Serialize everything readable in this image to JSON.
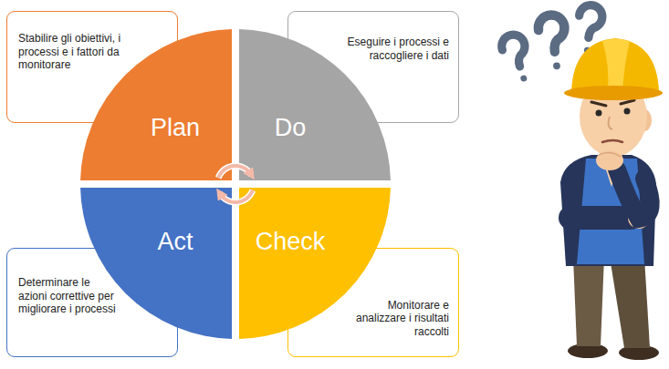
{
  "diagram": {
    "nodes": [
      {
        "text": [
          "Stabilire gli obiettivi, i processi e i fattori da monitorare"
        ]
      },
      {
        "text": [
          "Eseguire i processi e raccogliere i dati"
        ]
      },
      {
        "text": [
          "Plan"
        ]
      },
      {
        "text": [
          "Do"
        ]
      },
      {
        "text": [
          "Act"
        ]
      },
      {
        "text": [
          "Check"
        ]
      },
      {
        "text": [
          "Determinare le azioni correttive per migliorare i processi"
        ]
      },
      {
        "text": [
          "Monitorare e analizzare i risultati raccolti"
        ]
      }
    ]
  }
}
